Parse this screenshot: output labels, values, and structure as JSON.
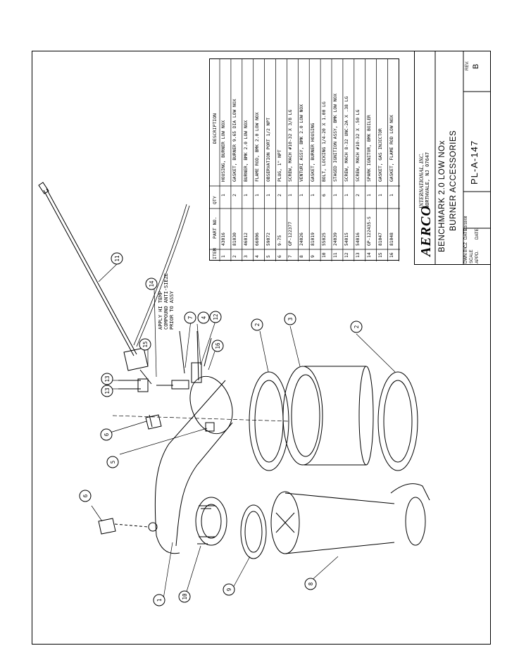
{
  "parts_table": {
    "headers": {
      "item": "ITEM",
      "part_no": "PART NO.",
      "qty": "QTY",
      "description": "DESCRIPTION"
    },
    "rows": [
      {
        "item": "1",
        "part_no": "43016",
        "qty": "1",
        "description": "HOUSING, BURNER LOW NOX"
      },
      {
        "item": "2",
        "part_no": "81030",
        "qty": "2",
        "description": "GASKET, BURNER 9.65 DIA LOW NOX"
      },
      {
        "item": "3",
        "part_no": "46012",
        "qty": "1",
        "description": "BURNER, BMK 2.0  LOW NOX"
      },
      {
        "item": "4",
        "part_no": "66006",
        "qty": "1",
        "description": "FLAME ROD, BMK 2.0 LOW NOX"
      },
      {
        "item": "5",
        "part_no": "59072",
        "qty": "1",
        "description": "OBSERVATION PORT 1/2 NPT"
      },
      {
        "item": "6",
        "part_no": "9-75",
        "qty": "2",
        "description": "PLUG, 1\" NPT"
      },
      {
        "item": "7",
        "part_no": "GP-122377",
        "qty": "1",
        "description": "SCREW, MACH #10-32 X 3/8 LG"
      },
      {
        "item": "8",
        "part_no": "24026",
        "qty": "1",
        "description": "VENTURI ASSY, BMK 2.0 LOW NOX"
      },
      {
        "item": "9",
        "part_no": "81019",
        "qty": "1",
        "description": "GASKET, BURNER HOUSING"
      },
      {
        "item": "10",
        "part_no": "55025",
        "qty": "6",
        "description": "BOLT, LOCKING 1/4-20 X 1.00 LG"
      },
      {
        "item": "11",
        "part_no": "24039",
        "qty": "1",
        "description": "STAGED IGNITION ASSY, BMK LOW NOX"
      },
      {
        "item": "12",
        "part_no": "54015",
        "qty": "1",
        "description": "SCREW, MACH 8-32 UNC-2A X .38 LG"
      },
      {
        "item": "13",
        "part_no": "54016",
        "qty": "2",
        "description": "SCREW, MACH #10-32 X .50 LG"
      },
      {
        "item": "14",
        "part_no": "GP-122435-S",
        "qty": "1",
        "description": "SPARK IGNITOR, BMK BOILER"
      },
      {
        "item": "15",
        "part_no": "81047",
        "qty": "1",
        "description": "GASKET, GAS INJECTOR"
      },
      {
        "item": "16",
        "part_no": "81048",
        "qty": "1",
        "description": "GASKET, FLAME ROD LOW NOX"
      }
    ]
  },
  "title_block": {
    "company_logo": "AERCO",
    "company_suffix": "INTERNATIONAL, INC.",
    "company_address": "NORTHVALE, NJ  07647",
    "title_line1": "BENCHMARK 2.0 LOW NOx",
    "title_line2": "BURNER ACCESSORIES",
    "drawn_by_label": "DWN BY",
    "drawn_by_value": "CZ",
    "date_label": "DATE",
    "date_value": "03/18/08",
    "scale_label": "SCALE",
    "appd_label": "APPD.",
    "date2_label": "DATE",
    "drawing_number": "PL-A-147",
    "rev_label": "REV.",
    "rev_value": "B"
  },
  "note": {
    "line1": "APPLY HI TEMP",
    "line2": "COMPOUND ANTI-SIEZE",
    "line3": "PRIOR TO ASSY"
  },
  "balloons": {
    "b1": "1",
    "b2a": "2",
    "b2b": "2",
    "b3": "3",
    "b4": "4",
    "b5": "5",
    "b6a": "6",
    "b6b": "6",
    "b7": "7",
    "b8": "8",
    "b9": "9",
    "b10": "10",
    "b11": "11",
    "b12": "12",
    "b13a": "13",
    "b13b": "13",
    "b14": "14",
    "b15": "15",
    "b16": "16"
  }
}
